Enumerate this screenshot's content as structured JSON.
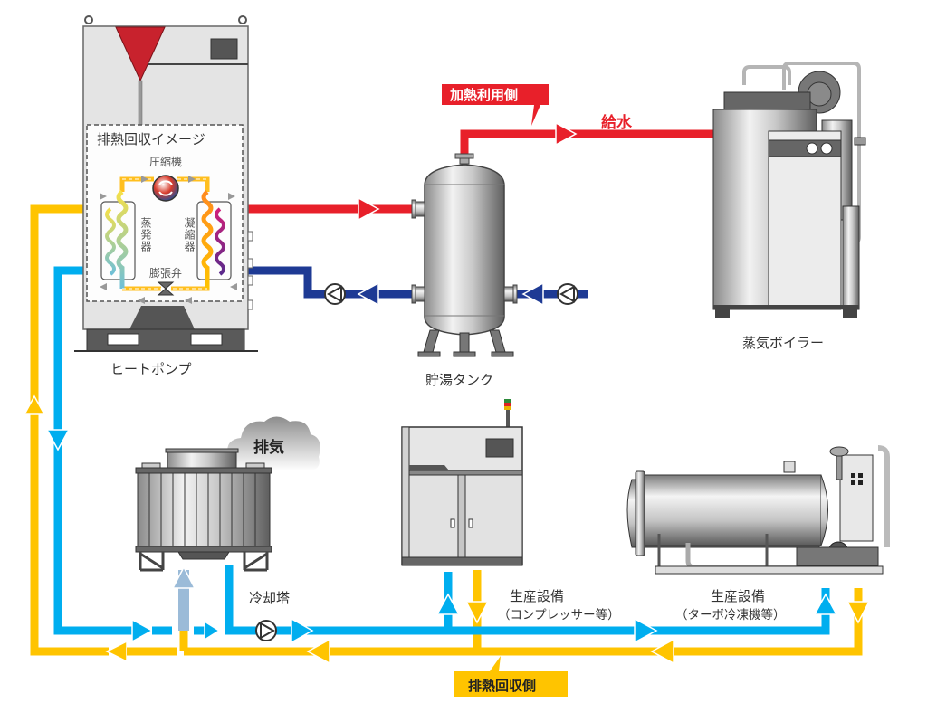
{
  "colors": {
    "hot_water": "#e8202a",
    "cold_water": "#1e3a94",
    "heat_source": "#ffc400",
    "cooling_water": "#00aeef",
    "cooling_return": "#9bbbd8",
    "callout_red": "#e8202a",
    "callout_yellow": "#ffc400",
    "equipment_gray": "#9a9a9a"
  },
  "heat_pump": {
    "label": "ヒートポンプ",
    "image_title": "排熱回収イメージ",
    "compressor": "圧縮機",
    "evaporator": "蒸発器",
    "condenser": "凝縮器",
    "expansion_valve": "膨張弁"
  },
  "storage_tank": {
    "label": "貯湯タンク"
  },
  "steam_boiler": {
    "label": "蒸気ボイラー"
  },
  "cooling_tower": {
    "label": "冷却塔",
    "exhaust": "排気"
  },
  "production_compressor": {
    "label": "生産設備",
    "sublabel": "（コンプレッサー等）"
  },
  "production_chiller": {
    "label": "生産設備",
    "sublabel": "（ターボ冷凍機等）"
  },
  "callouts": {
    "heating_side": "加熱利用側",
    "water_supply": "給水",
    "heat_recovery_side": "排熱回収側"
  }
}
